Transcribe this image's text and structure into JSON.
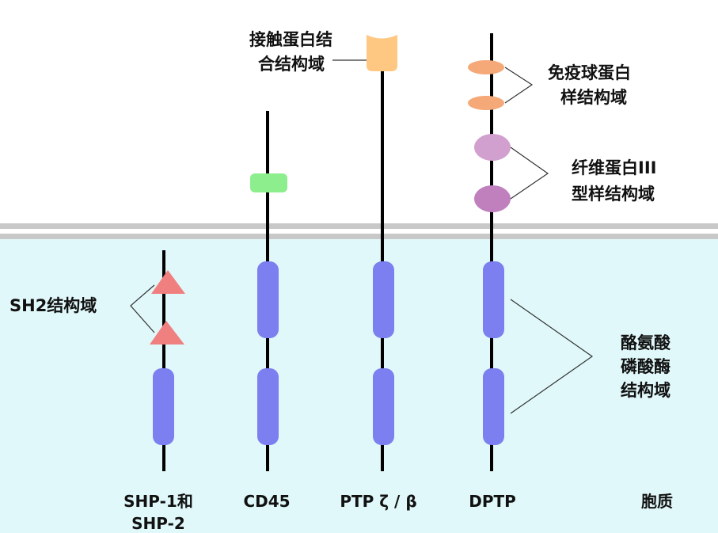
{
  "labels": {
    "contact_domain": [
      "接触蛋白结",
      "合结构域"
    ],
    "ig_domain": [
      "免疫球蛋白",
      "样结构域"
    ],
    "fn3_domain": [
      "纤维蛋白III",
      "型样结构域"
    ],
    "sh2_domain": "SH2结构域",
    "ptp_domain": [
      "酪氨酸",
      "磷酸酶",
      "结构域"
    ],
    "cytoplasm": "胞质"
  },
  "proteins": {
    "shp": [
      "SHP-1和",
      "SHP-2"
    ],
    "cd45": "CD45",
    "ptpzb": "PTP ζ / β",
    "dptp": "DPTP"
  },
  "colors": {
    "cytoplasm_bg": "#e0f8fa",
    "membrane": "#c8c8c8",
    "ptp_domain": "#7b7ff0",
    "sh2": "#f08080",
    "contactin": "#ffc882",
    "ig": "#f5a878",
    "fn3": "#c88cc3",
    "cd45_extra": "#8cee8c"
  }
}
